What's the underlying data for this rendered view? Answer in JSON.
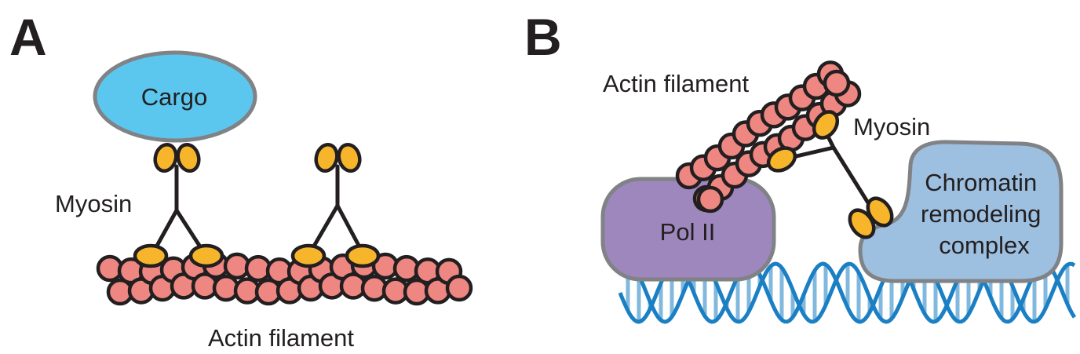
{
  "panel_a": {
    "letter": "A",
    "cargo_label": "Cargo",
    "myosin_label": "Myosin",
    "actin_label": "Actin filament"
  },
  "panel_b": {
    "letter": "B",
    "actin_label": "Actin filament",
    "myosin_label": "Myosin",
    "pol_label": "Pol II",
    "chromatin_label_lines": [
      "Chromatin",
      "remodeling",
      "complex"
    ]
  },
  "colors": {
    "actin": "#ee8781",
    "myosin": "#f7b52c",
    "cargo": "#5bc7ef",
    "pol_ii": "#9e87bd",
    "chromatin_complex": "#9dbfe0",
    "dna": "#1b7fc4",
    "outline": "#231f20"
  }
}
